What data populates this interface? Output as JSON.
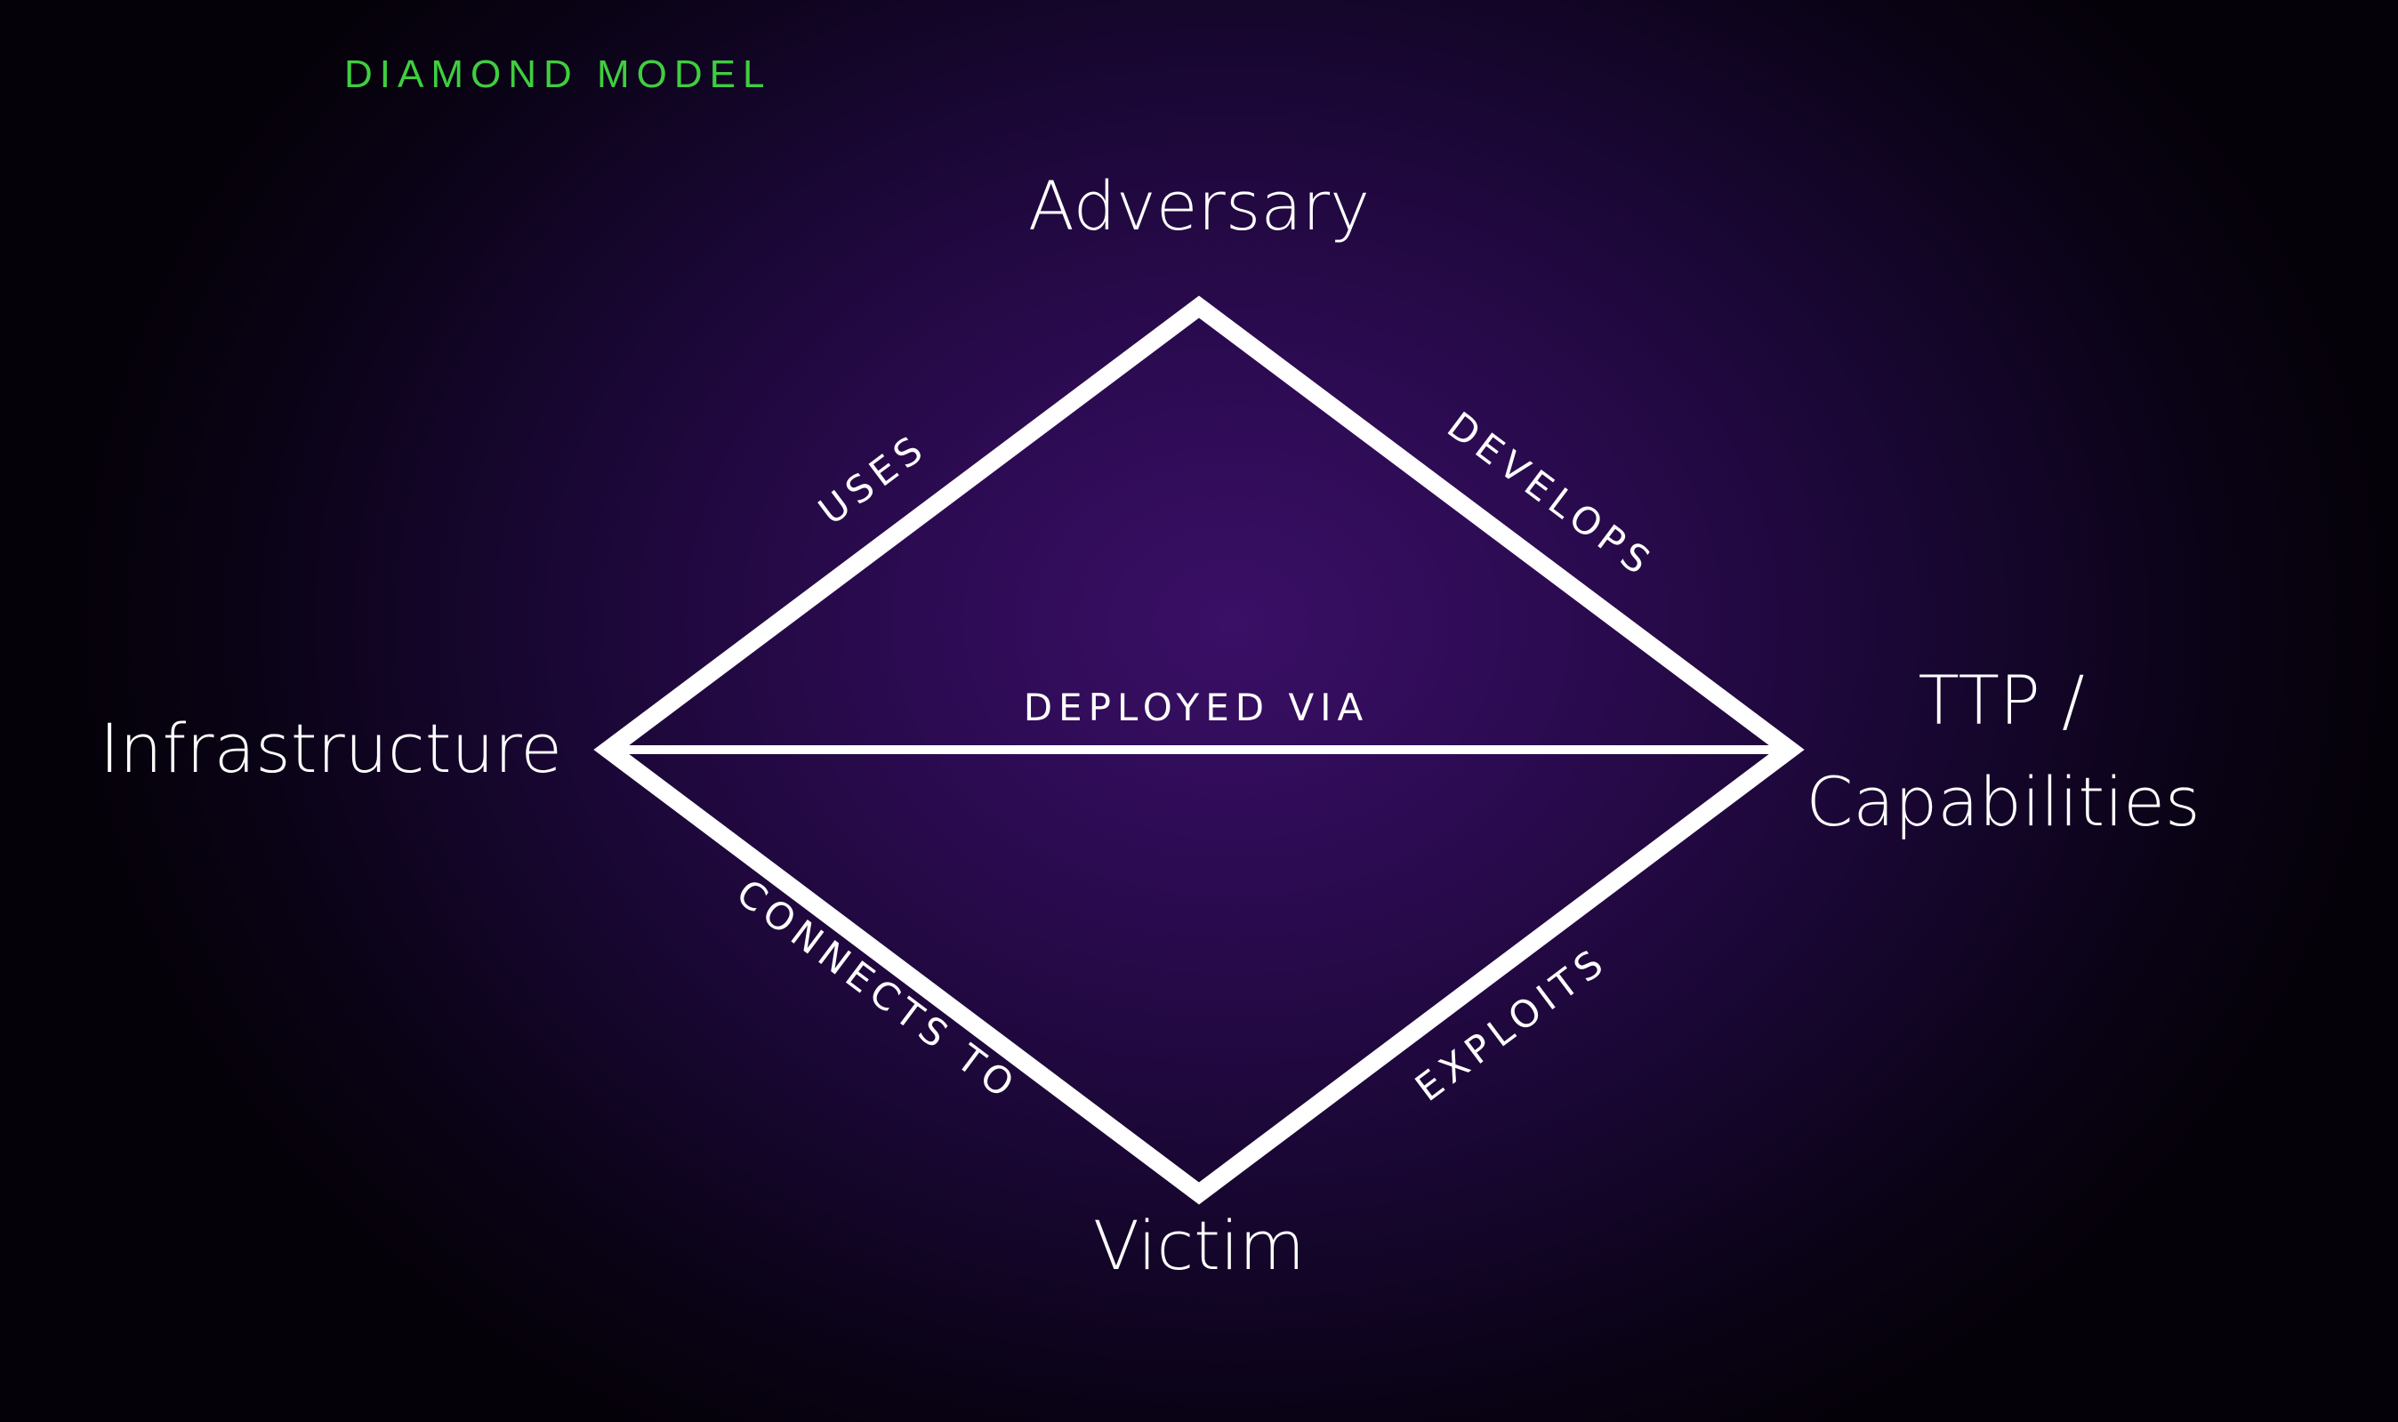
{
  "title": "DIAMOND MODEL",
  "colors": {
    "title": "#3ecf3e",
    "foreground": "#ffffff"
  },
  "nodes": {
    "adversary": "Adversary",
    "infrastructure": "Infrastructure",
    "capabilities_line1": "TTP /",
    "capabilities_line2": "Capabilities",
    "victim": "Victim"
  },
  "edges": {
    "uses": "USES",
    "develops": "DEVELOPS",
    "deployed_via": "DEPLOYED VIA",
    "connects_to": "CONNECTS TO",
    "exploits": "EXPLOITS"
  }
}
